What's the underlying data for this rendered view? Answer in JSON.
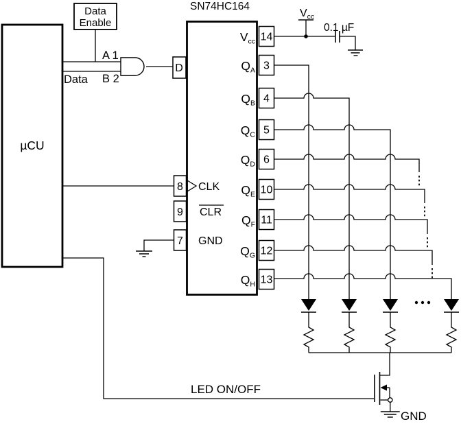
{
  "ucu": {
    "label": "µCU"
  },
  "data_enable": {
    "line1": "Data",
    "line2": "Enable"
  },
  "gate_labels": {
    "a": "A 1",
    "b": "B 2",
    "data": "Data"
  },
  "chip": {
    "title": "SN74HC164",
    "pin_d": "D",
    "pins_left": [
      {
        "num": "8",
        "label": "CLK"
      },
      {
        "num": "9",
        "label": "CLR"
      },
      {
        "num": "7",
        "label": "GND"
      }
    ],
    "pins_right": [
      {
        "num": "14",
        "base": "V",
        "sub": "cc"
      },
      {
        "num": "3",
        "base": "Q",
        "sub": "A"
      },
      {
        "num": "4",
        "base": "Q",
        "sub": "B"
      },
      {
        "num": "5",
        "base": "Q",
        "sub": "C"
      },
      {
        "num": "6",
        "base": "Q",
        "sub": "D"
      },
      {
        "num": "10",
        "base": "Q",
        "sub": "E"
      },
      {
        "num": "11",
        "base": "Q",
        "sub": "F"
      },
      {
        "num": "12",
        "base": "Q",
        "sub": "G"
      },
      {
        "num": "13",
        "base": "Q",
        "sub": "H"
      }
    ]
  },
  "power": {
    "vcc_base": "V",
    "vcc_sub": "cc",
    "cap_value": "0.1 µF"
  },
  "bottom": {
    "control_label": "LED ON/OFF",
    "gnd_label": "GND"
  },
  "colors": {
    "line": "#000000",
    "background": "#ffffff"
  }
}
